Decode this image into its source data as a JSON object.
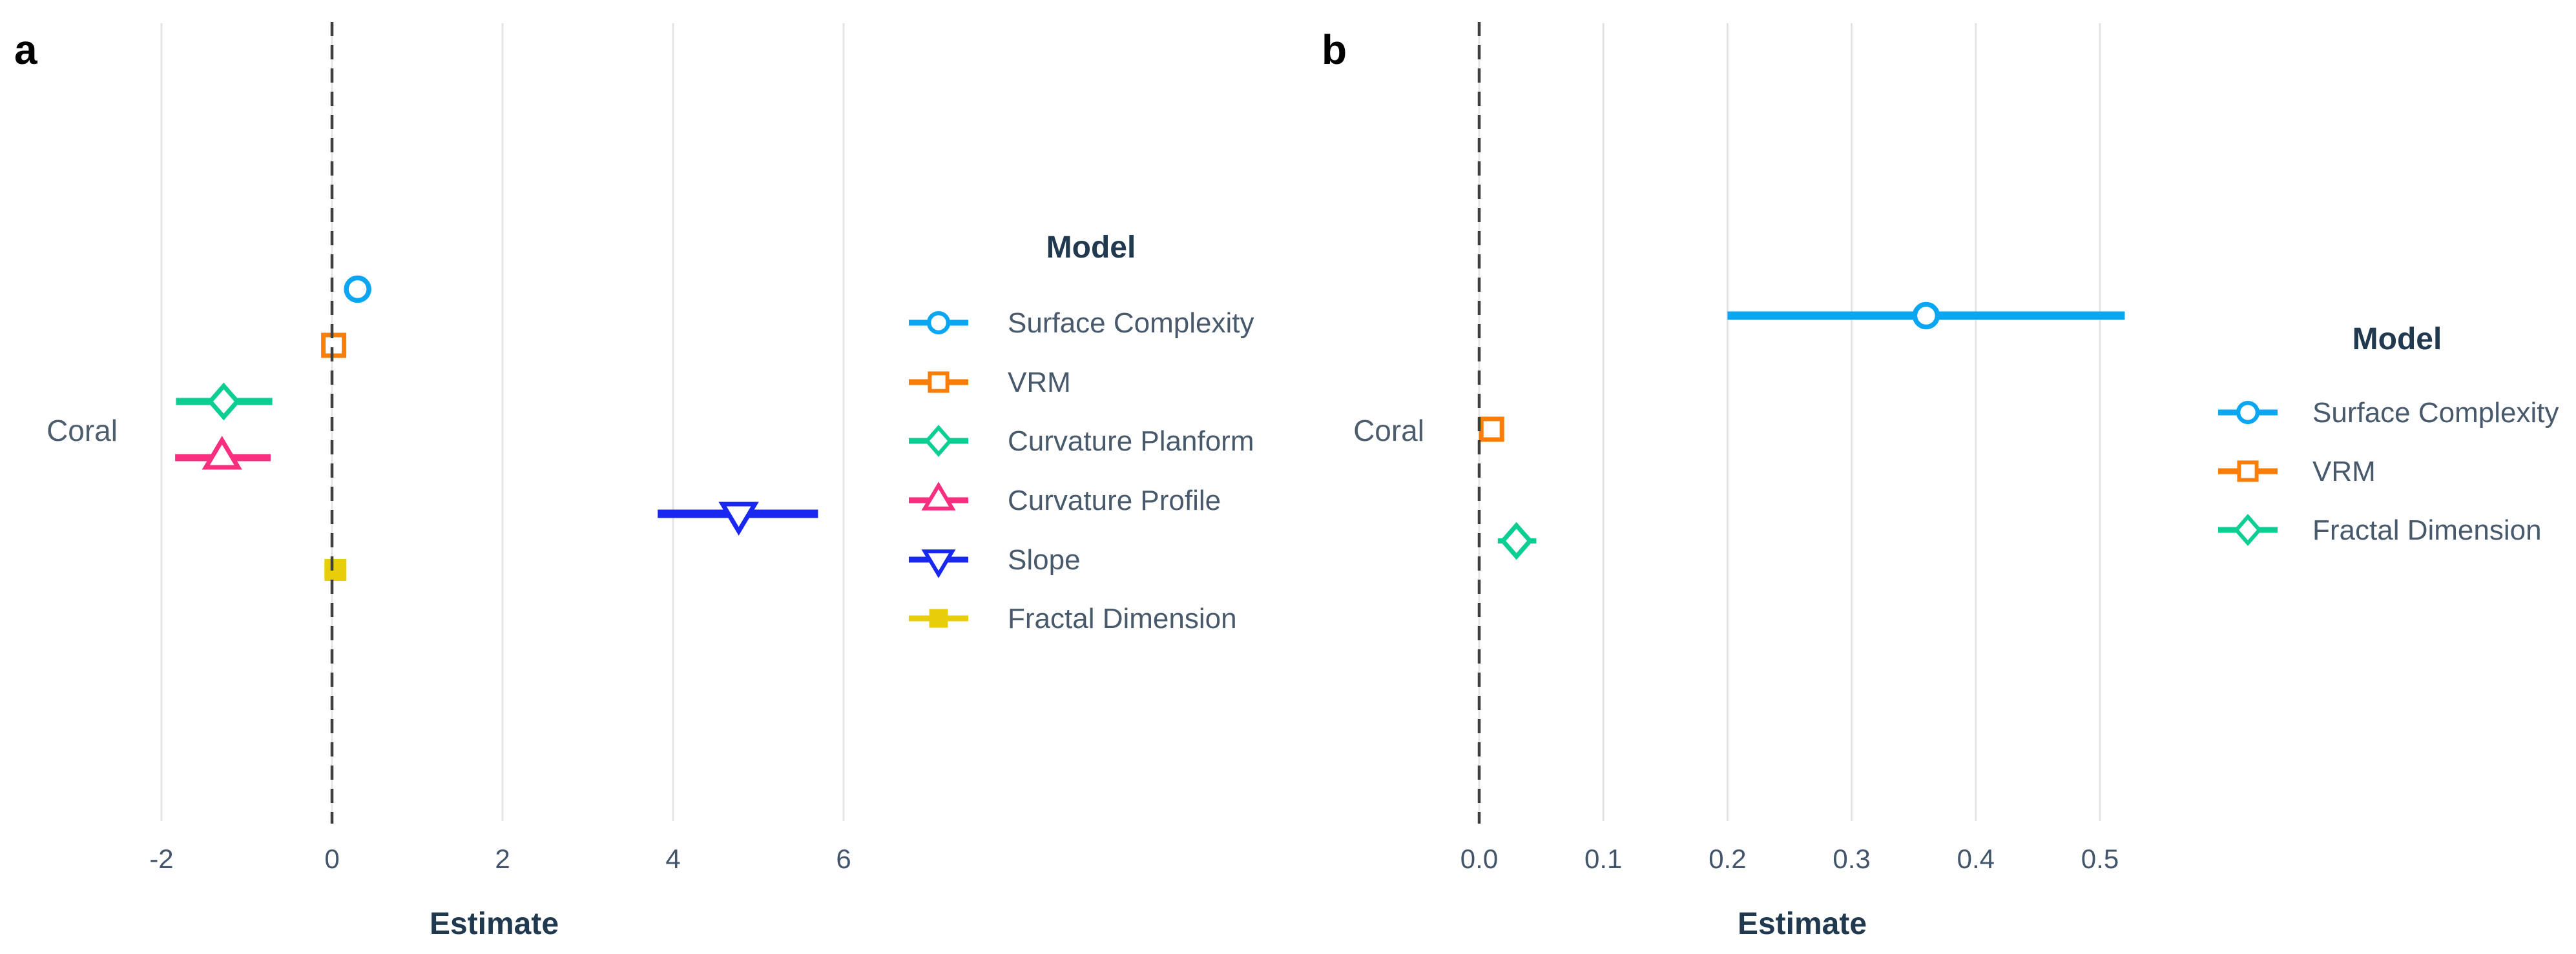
{
  "figure": {
    "background": "#ffffff",
    "text_colors": {
      "tick_labels": "#42556B",
      "group_label": "#4E5D6D",
      "legend_item_label": "#47596B",
      "bold_titles": "#21394F",
      "panel_letters": "#000000"
    },
    "grid_color": "#E4E4E7",
    "zero_line_color": "#3E3E3E"
  },
  "chart_data": [
    {
      "panel": "a",
      "type": "scatter",
      "subtype": "forest-plot",
      "group": "Coral",
      "xlabel": "Estimate",
      "ylabel": "",
      "x_ticks": [
        -2,
        0,
        2,
        4,
        6
      ],
      "x_tick_labels": [
        "-2",
        "0",
        "2",
        "4",
        "6"
      ],
      "xlim": [
        -2.3,
        6.65
      ],
      "reference_line_x": 0,
      "grid": "vertical major gridlines only",
      "legend_title": "Model",
      "legend_position": "right",
      "series": [
        {
          "name": "Surface Complexity",
          "marker": "open-circle",
          "color": "#0AA6F2",
          "estimate": 0.3,
          "ci_low": 0.3,
          "ci_high": 0.3
        },
        {
          "name": "VRM",
          "marker": "open-square",
          "color": "#F97D09",
          "estimate": 0.02,
          "ci_low": 0.02,
          "ci_high": 0.02
        },
        {
          "name": "Curvature Planform",
          "marker": "open-diamond",
          "color": "#0BCE92",
          "estimate": -1.27,
          "ci_low": -1.83,
          "ci_high": -0.7
        },
        {
          "name": "Curvature Profile",
          "marker": "open-triangle-up",
          "color": "#FA2E7E",
          "estimate": -1.29,
          "ci_low": -1.84,
          "ci_high": -0.72
        },
        {
          "name": "Slope",
          "marker": "open-triangle-down",
          "color": "#1928F0",
          "estimate": 4.77,
          "ci_low": 3.82,
          "ci_high": 5.7
        },
        {
          "name": "Fractal Dimension",
          "marker": "filled-square",
          "color": "#E7CE08",
          "estimate": 0.04,
          "ci_low": 0.04,
          "ci_high": 0.04
        }
      ]
    },
    {
      "panel": "b",
      "type": "scatter",
      "subtype": "forest-plot",
      "group": "Coral",
      "xlabel": "Estimate",
      "ylabel": "",
      "x_ticks": [
        0,
        0.1,
        0.2,
        0.3,
        0.4,
        0.5
      ],
      "x_tick_labels": [
        "0.0",
        "0.1",
        "0.2",
        "0.3",
        "0.4",
        "0.5"
      ],
      "xlim": [
        -0.03,
        0.55
      ],
      "reference_line_x": 0,
      "grid": "vertical major gridlines only",
      "legend_title": "Model",
      "legend_position": "right",
      "series": [
        {
          "name": "Surface Complexity",
          "marker": "open-circle",
          "color": "#0AA6F2",
          "estimate": 0.36,
          "ci_low": 0.2,
          "ci_high": 0.52
        },
        {
          "name": "VRM",
          "marker": "open-square",
          "color": "#F97D09",
          "estimate": 0.01,
          "ci_low": 0.01,
          "ci_high": 0.01
        },
        {
          "name": "Fractal Dimension",
          "marker": "open-diamond",
          "color": "#0BCE92",
          "estimate": 0.03,
          "ci_low": 0.015,
          "ci_high": 0.046
        }
      ]
    }
  ]
}
